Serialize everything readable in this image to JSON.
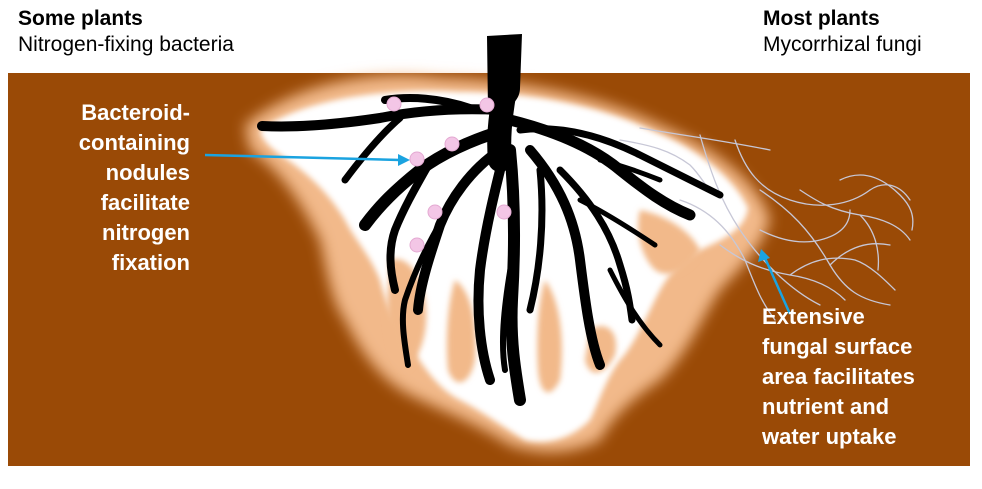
{
  "header_left": {
    "title": "Some plants",
    "subtitle": "Nitrogen-fixing bacteria"
  },
  "header_right": {
    "title": "Most plants",
    "subtitle": "Mycorrhizal fungi"
  },
  "callout_left": {
    "lines": [
      "Bacteroid-",
      "containing",
      "nodules",
      "facilitate",
      "nitrogen",
      "fixation"
    ]
  },
  "callout_right": {
    "lines": [
      "Extensive",
      "fungal surface",
      "area facilitates",
      "nutrient and",
      "water uptake"
    ]
  },
  "colors": {
    "soil": "#9a4a06",
    "soil_light": "#f2b98a",
    "root": "#000000",
    "nodule": "#f3c6e6",
    "arrow": "#1aa3e0",
    "hyphae": "#c7c7d6"
  }
}
